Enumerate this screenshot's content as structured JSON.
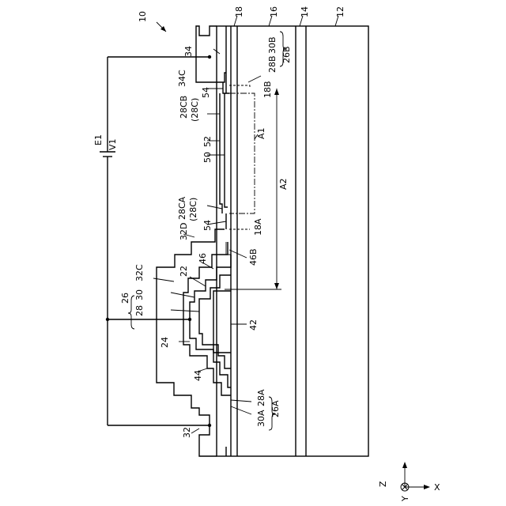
{
  "figure_ref": "10",
  "labels": {
    "l12": "12",
    "l14": "14",
    "l16": "16",
    "l18": "18",
    "l30B": "30B",
    "l28B": "28B",
    "l26B": "26B",
    "l34": "34",
    "l34C": "34C",
    "l54a": "54",
    "l18B": "18B",
    "l28CB": "28CB",
    "l28Ca": "(28C)",
    "lA1": "A1",
    "lE1": "E1",
    "lV1": "V1",
    "l52": "52",
    "l50": "50",
    "lA2": "A2",
    "l28CA": "28CA",
    "l28Cb": "(28C)",
    "l32D": "32D",
    "l54b": "54",
    "l18A": "18A",
    "l46": "46",
    "l46B": "46B",
    "l22": "22",
    "l32C": "32C",
    "l26": "26",
    "l30": "30",
    "l28": "28",
    "l42": "42",
    "l24": "24",
    "l44": "44",
    "l28A": "28A",
    "l30A": "30A",
    "l26A": "26A",
    "l32": "32",
    "axX": "X",
    "axY": "Y",
    "axZ": "Z"
  }
}
